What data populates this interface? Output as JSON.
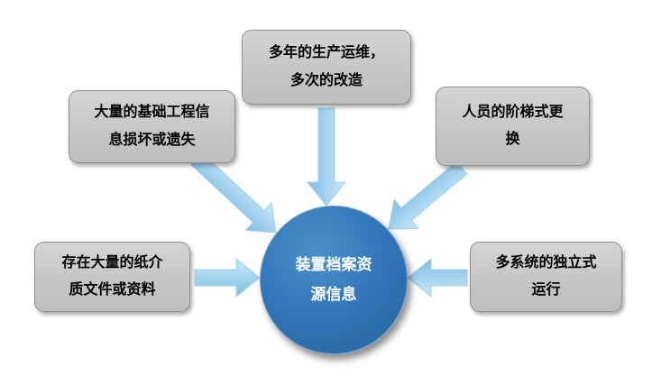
{
  "colors": {
    "box_fill": "#C6C6C6",
    "box_border": "#8F8F8F",
    "circle_fill": "#2E74B5",
    "circle_text": "#FFFFFF",
    "arrow_light": "#CBE7F8",
    "arrow_dark": "#7EBEE6",
    "arrow_stroke": "#9FD0EE",
    "text": "#000000"
  },
  "diagram": {
    "center": {
      "label": "装置档案资\n源信息"
    },
    "boxes": [
      {
        "id": "basic-info-damaged",
        "label": "大量的基础工程信\n息损坏或遗失"
      },
      {
        "id": "production-operation",
        "label": "多年的生产运维，\n多次的改造"
      },
      {
        "id": "personnel-replacement",
        "label": "人员的阶梯式更\n换"
      },
      {
        "id": "paper-documents",
        "label": "存在大量的纸介\n质文件或资料"
      },
      {
        "id": "multi-system-operation",
        "label": "多系统的独立式\n运行"
      }
    ]
  }
}
